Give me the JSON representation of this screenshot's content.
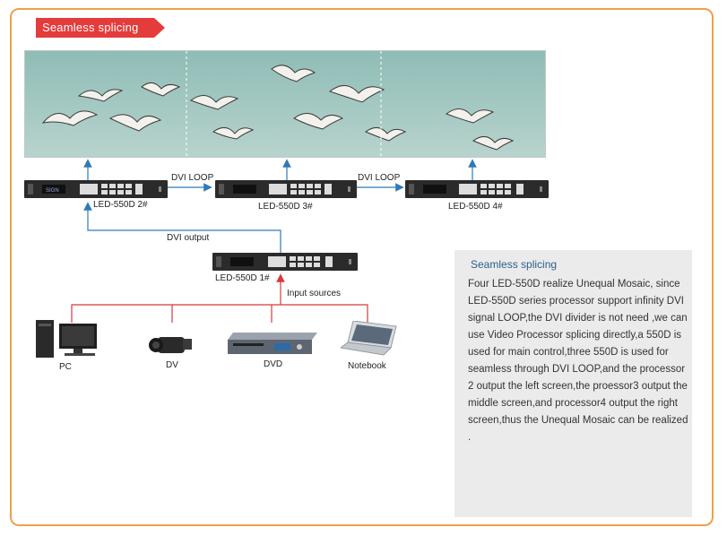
{
  "banner": {
    "title": "Seamless splicing",
    "color": "#e43b3b"
  },
  "labels": {
    "dvi_loop_1": "DVI LOOP",
    "dvi_loop_2": "DVI LOOP",
    "dvi_output": "DVI output",
    "input_sources": "Input sources"
  },
  "devices": [
    {
      "name": "LED-550D 2#"
    },
    {
      "name": "LED-550D 3#"
    },
    {
      "name": "LED-550D 4#"
    },
    {
      "name": "LED-550D 1#"
    }
  ],
  "sources": [
    {
      "name": "PC",
      "icon": "pc-icon"
    },
    {
      "name": "DV",
      "icon": "camcorder-icon"
    },
    {
      "name": "DVD",
      "icon": "dvd-player-icon"
    },
    {
      "name": "Notebook",
      "icon": "laptop-icon"
    }
  ],
  "panel": {
    "title": "Seamless splicing",
    "body": "Four LED-550D realize Unequal Mosaic, since LED-550D series processor support infinity DVI signal LOOP,the DVI divider is not need ,we can use Video Processor splicing directly,a 550D is used for main control,three 550D is used for seamless through DVI LOOP,and  the processor 2 output the left screen,the proessor3 output the middle screen,and processor4 output the right screen,thus the Unequal Mosaic can be realized ."
  },
  "colors": {
    "frame": "#f0a04b",
    "blue_line": "#2e7ab8",
    "red_line": "#d9383a",
    "panel_title": "#2b5f8e"
  }
}
